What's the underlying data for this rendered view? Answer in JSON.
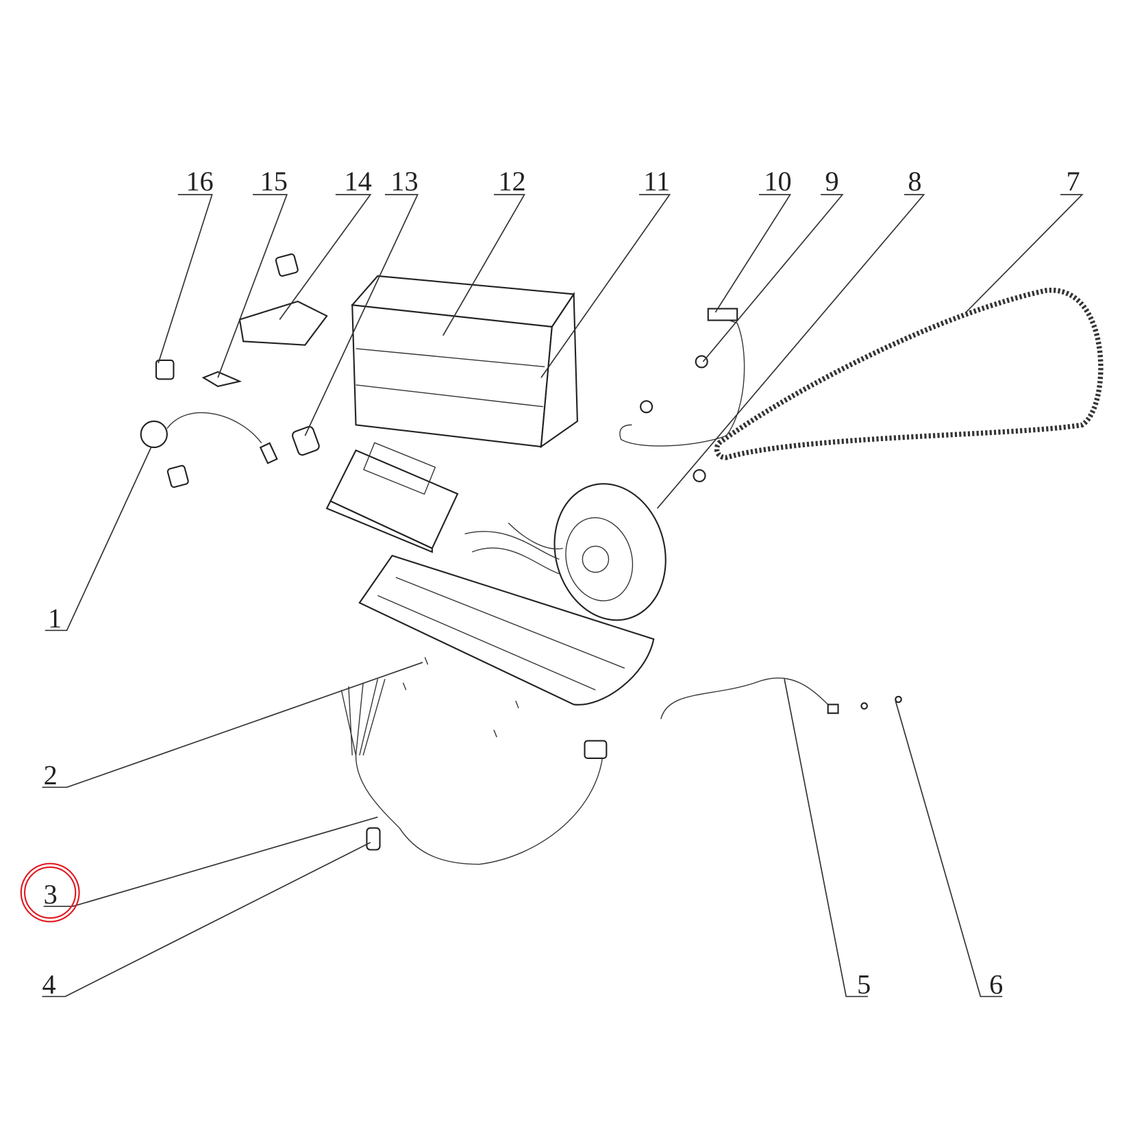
{
  "diagram": {
    "type": "exploded-parts-diagram",
    "callouts": [
      "1",
      "2",
      "3",
      "4",
      "5",
      "6",
      "7",
      "8",
      "9",
      "10",
      "11",
      "12",
      "13",
      "14",
      "15",
      "16"
    ],
    "highlighted_callout": "3",
    "highlight_color": "#e0191f"
  }
}
